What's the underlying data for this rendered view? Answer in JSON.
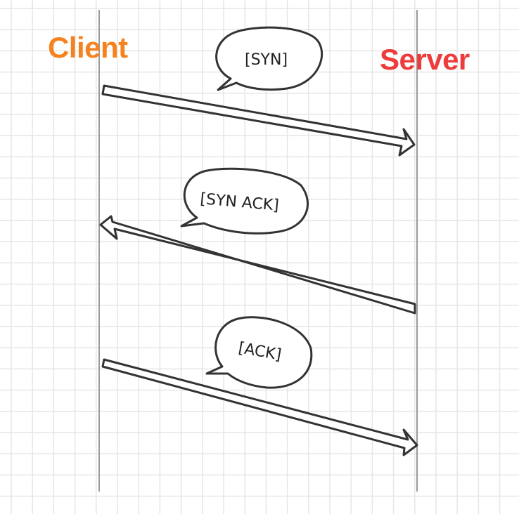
{
  "participants": {
    "client": {
      "label": "Client",
      "color": "#f6821f"
    },
    "server": {
      "label": "Server",
      "color": "#ee3b3b"
    }
  },
  "messages": [
    {
      "label": "[SYN]",
      "direction": "client-to-server"
    },
    {
      "label": "[SYN ACK]",
      "direction": "server-to-client"
    },
    {
      "label": "[ACK]",
      "direction": "client-to-server"
    }
  ],
  "colors": {
    "grid": "#e6e6e6",
    "lifeline": "#9a9a9a",
    "stroke": "#333333",
    "fill": "#ffffff"
  }
}
